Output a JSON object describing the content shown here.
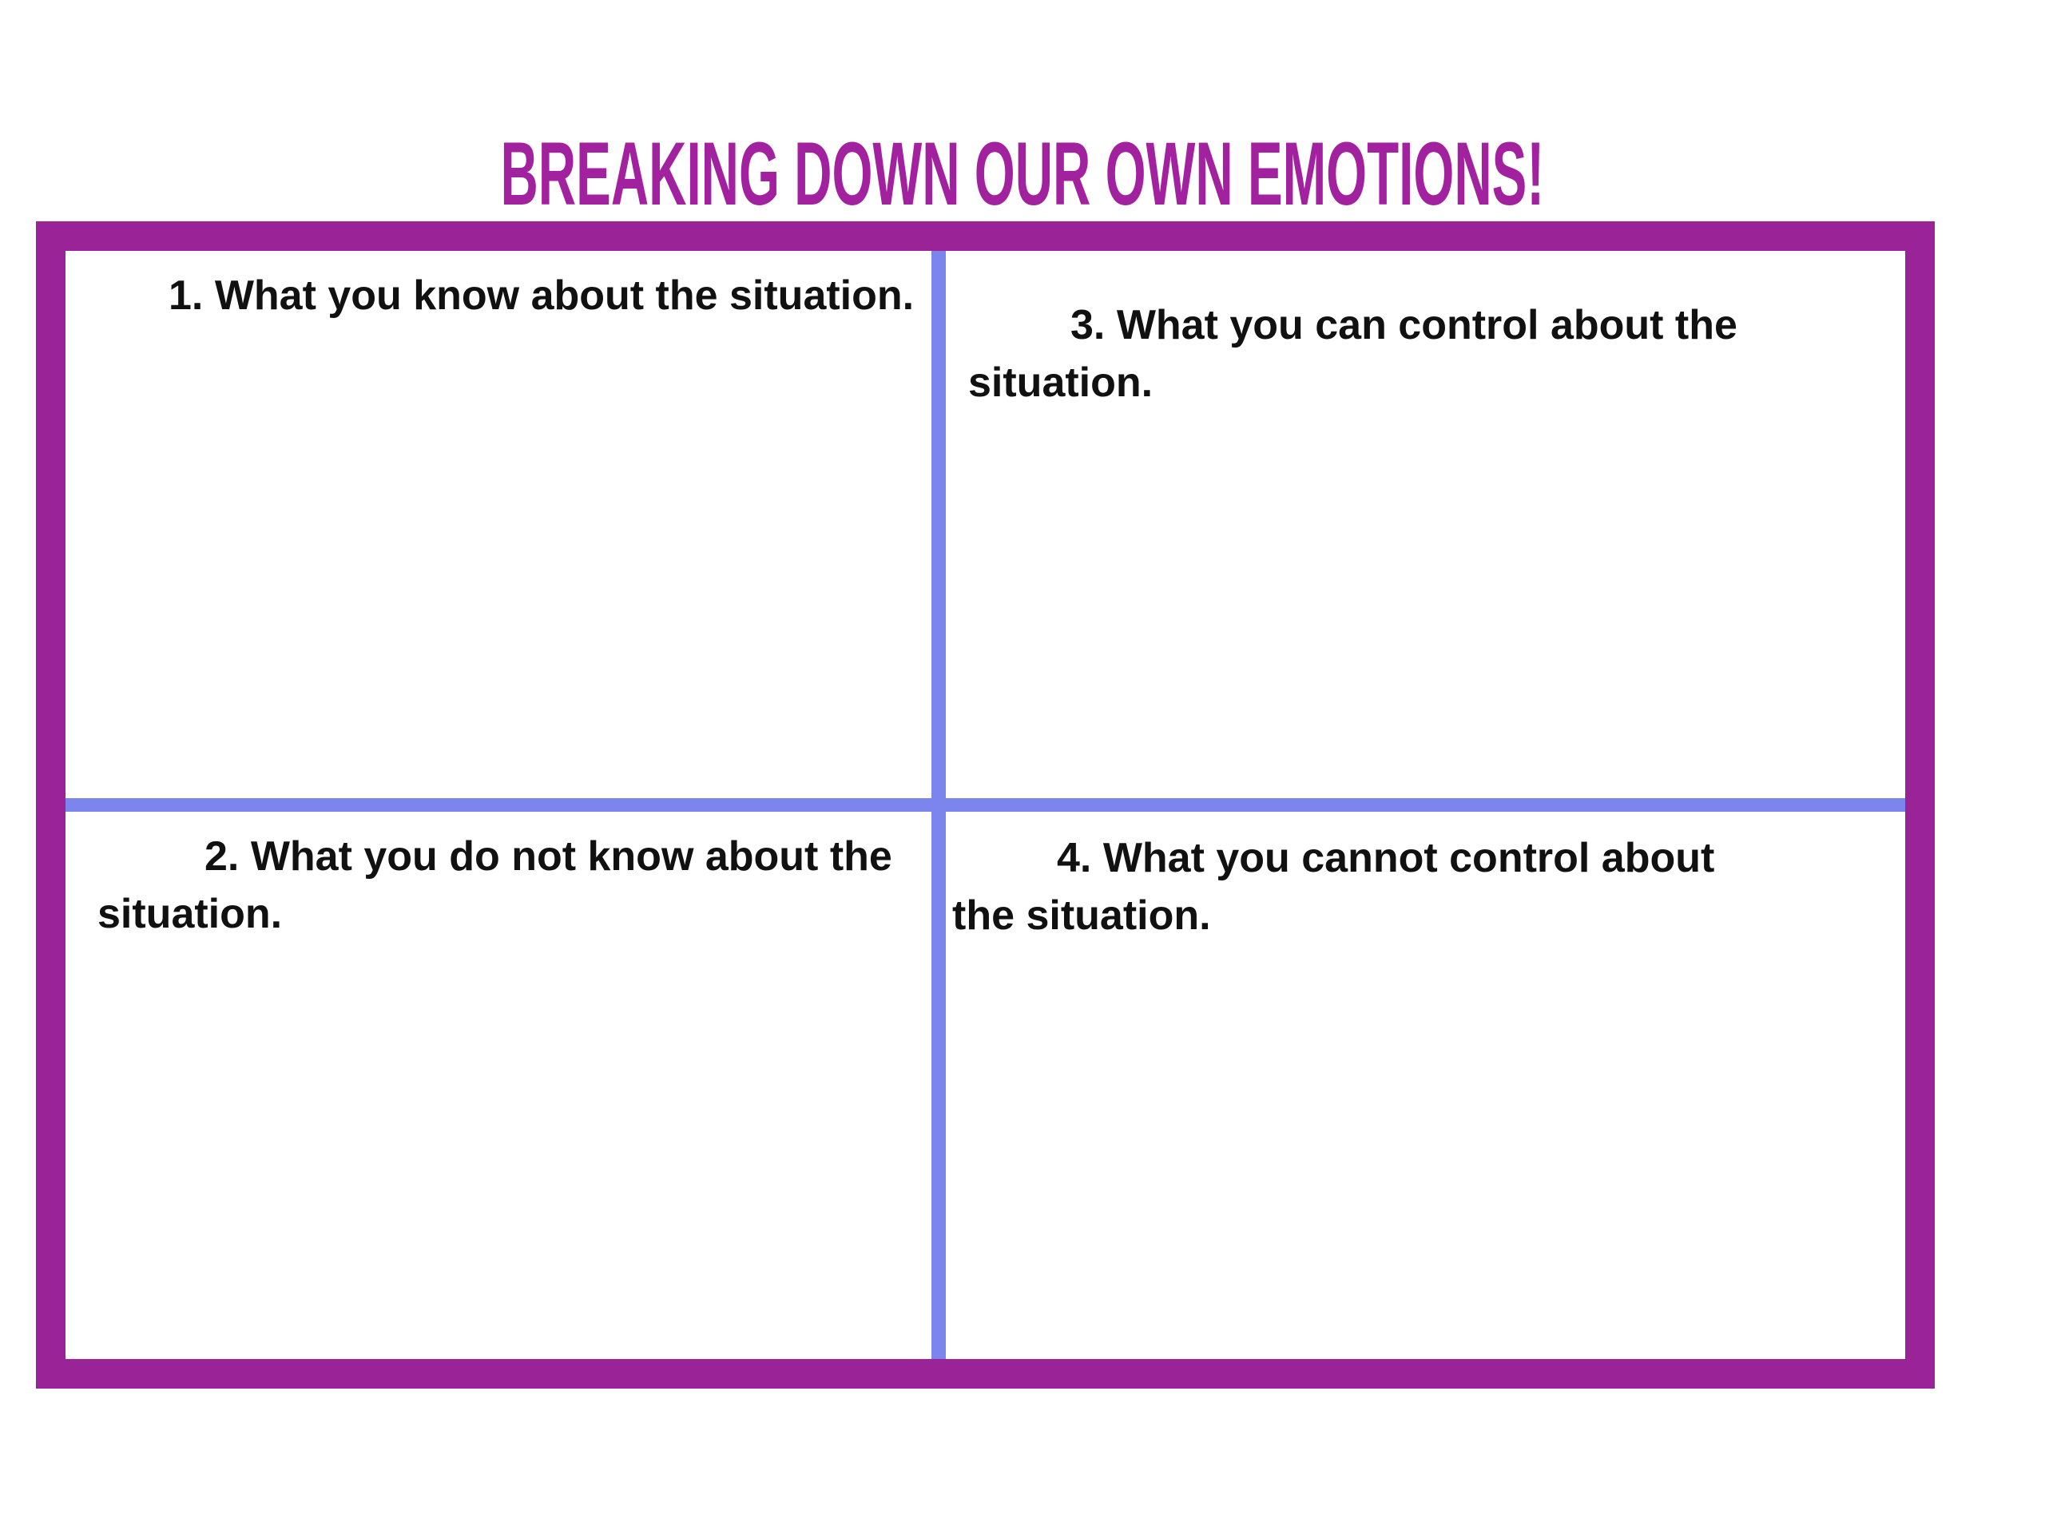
{
  "page": {
    "background_color": "#FFFFFF",
    "text_color": "#111111"
  },
  "title": {
    "text": "BREAKING DOWN OUR OWN EMOTIONS!",
    "color": "#A2219E"
  },
  "frame": {
    "border_color": "#9A2397"
  },
  "dividers": {
    "color": "#7C84EE"
  },
  "quadrants": [
    {
      "number": "1",
      "label": "1. What you know about the situation.",
      "lines": [
        "1. What you know about the situation."
      ]
    },
    {
      "number": "2",
      "label": "2. What you do not know about the situation.",
      "lines": [
        "2. What you do not know about the",
        "situation."
      ]
    },
    {
      "number": "3",
      "label": "3. What you can control about the situation.",
      "lines": [
        "3. What you can control about the",
        "situation."
      ]
    },
    {
      "number": "4",
      "label": "4. What you cannot control about the situation.",
      "lines": [
        "4. What you cannot control about",
        "the situation."
      ]
    }
  ]
}
